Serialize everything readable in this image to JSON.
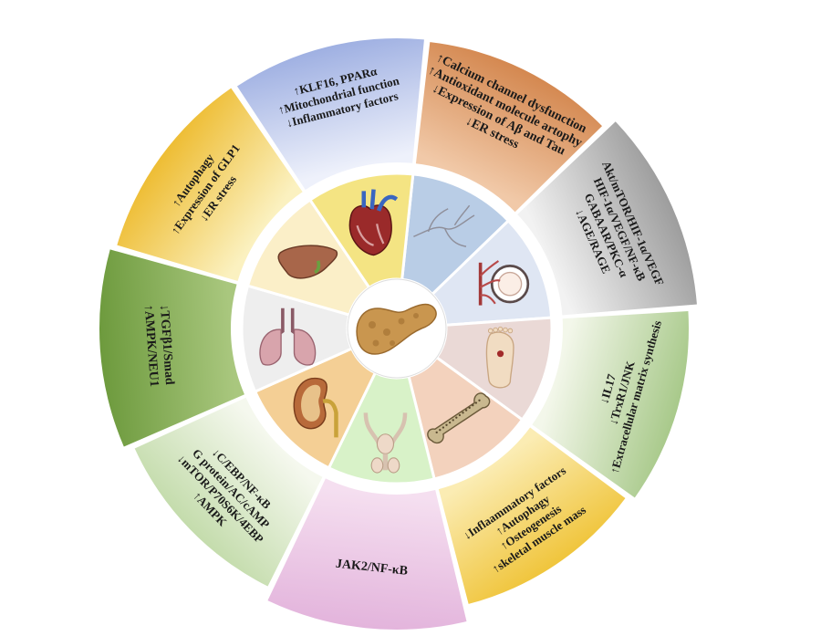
{
  "center": {
    "organ": "pancreas-icon"
  },
  "sectors": [
    {
      "id": "brain",
      "organ": "brain-vessels-icon",
      "inner_color": "#b9cde6",
      "outer_colors": [
        "#f1c9a8",
        "#d48850"
      ],
      "lines": [
        "↑Calcium channel dysfunction",
        "↑Antioxidant molecule artophy",
        "↓Expression of Aβ and Tau",
        "↓ER stress"
      ]
    },
    {
      "id": "eye",
      "organ": "eye-vessels-icon",
      "inner_color": "#dfe6f3",
      "outer_colors": [
        "#f2f2f2",
        "#9d9d9d"
      ],
      "lines": [
        "Akt/mTOR/HIF-1α/VEGF",
        "HIF-1α/VEGF/NF-κB",
        "GABAAR/PKC-α",
        "↓AGE/RAGE"
      ]
    },
    {
      "id": "foot",
      "organ": "foot-icon",
      "inner_color": "#ead9d6",
      "outer_colors": [
        "#f3f7ea",
        "#a8c98a"
      ],
      "lines": [
        "↓IL17",
        "↓TrxR1/JNK",
        "↑Extracellular matrix synthesis"
      ]
    },
    {
      "id": "bone",
      "organ": "bone-icon",
      "inner_color": "#f3d2bd",
      "outer_colors": [
        "#fbecb3",
        "#f0c53c"
      ],
      "lines": [
        "↓Inflaammatory factors",
        "↑Autophagy",
        "↑Osteogenesis",
        "↑skeletal muscle mass"
      ]
    },
    {
      "id": "reproductive",
      "organ": "reproductive-system-icon",
      "inner_color": "#d8f2c8",
      "outer_colors": [
        "#f5dff0",
        "#e3b4dc"
      ],
      "lines": [
        "JAK2/NF-κB"
      ]
    },
    {
      "id": "kidney",
      "organ": "kidney-icon",
      "inner_color": "#f4cf95",
      "outer_colors": [
        "#f5f8ee",
        "#c4dcac"
      ],
      "lines": [
        "↓C/EBP/NF-κB",
        "G protein/AC/cAMP",
        "↓mTOR/P70S6K/4EBP",
        "↑AMPK"
      ]
    },
    {
      "id": "lung",
      "organ": "lung-icon",
      "inner_color": "#eeeeee",
      "outer_colors": [
        "#a9c77e",
        "#6d9a3d"
      ],
      "lines": [
        "↓TGFβ1/Smad",
        "↑AMPK/NEU1"
      ]
    },
    {
      "id": "liver",
      "organ": "liver-icon",
      "inner_color": "#fbefc8",
      "outer_colors": [
        "#fbf1c0",
        "#eebd34"
      ],
      "lines": [
        "↑Autophagy",
        "↑Expression of GLP1",
        "↓ER stress"
      ]
    },
    {
      "id": "heart",
      "organ": "heart-icon",
      "inner_color": "#f4e483",
      "outer_colors": [
        "#eef1fb",
        "#9fb0e2"
      ],
      "lines": [
        "↑KLF16, PPARα",
        "↑Mitochondrial function",
        "↓Inflammatory factors"
      ]
    }
  ]
}
